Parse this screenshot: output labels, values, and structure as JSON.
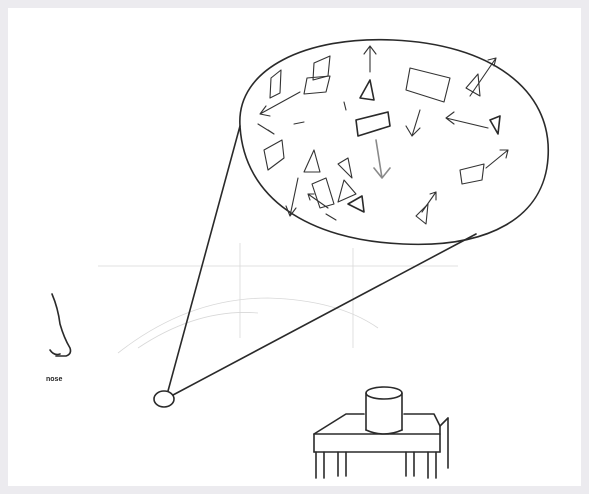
{
  "figure": {
    "nose_label": "nose",
    "colors": {
      "ink": "#2a2a2a",
      "gray_ink": "#8a8a8a",
      "page": "#ffffff",
      "border": "#ecebef"
    },
    "zoom_bubble": {
      "molecule_shapes": [
        "arrow",
        "triangle",
        "quadrilateral"
      ],
      "description_icon": "magnified-odor-molecules"
    },
    "objects": [
      "nose-sketch",
      "source-spot",
      "cup",
      "table"
    ]
  }
}
